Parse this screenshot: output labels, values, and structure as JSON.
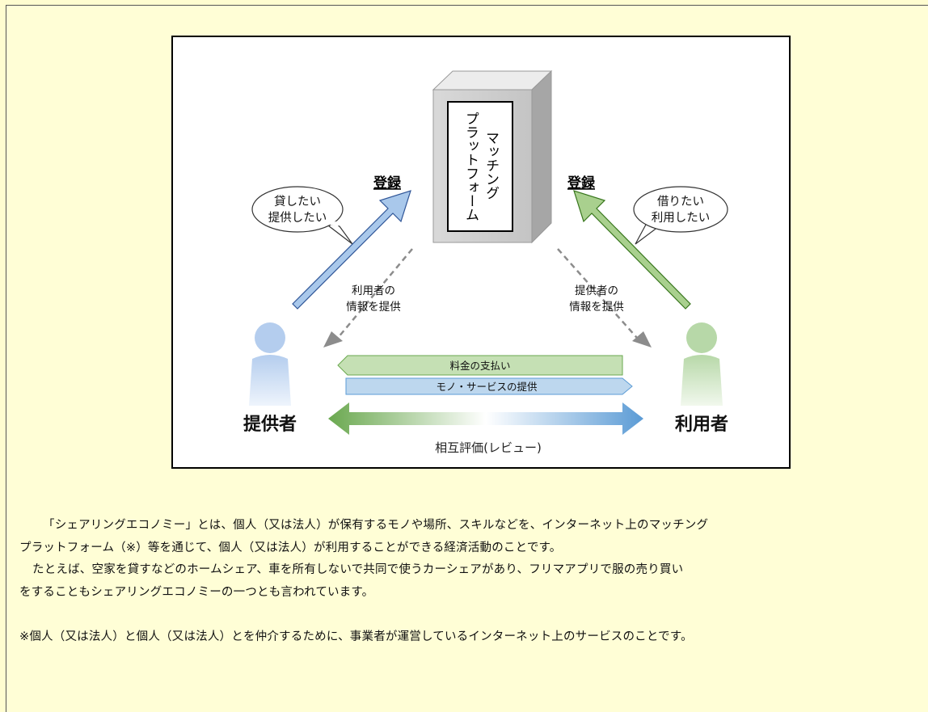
{
  "diagram": {
    "platform_label": [
      "マッチング",
      "プラットフォーム"
    ],
    "register_left": "登録",
    "register_right": "登録",
    "bubble_left": [
      "貸したい",
      "提供したい"
    ],
    "bubble_right": [
      "借りたい",
      "利用したい"
    ],
    "info_left": [
      "利用者の",
      "情報を提供"
    ],
    "info_right": [
      "提供者の",
      "情報を提供"
    ],
    "provider_label": "提供者",
    "user_label": "利用者",
    "payment_label": "料金の支払い",
    "service_label": "モノ・サービスの提供",
    "review_label": "相互評価(レビュー)",
    "colors": {
      "blue_arrow": "#a9c8eb",
      "green_arrow": "#a9d08e",
      "provider_person": "#bcd4f0",
      "user_person": "#bfdcb0"
    }
  },
  "body_text": {
    "paragraph1_line1": "「シェアリングエコノミー」とは、個人（又は法人）が保有するモノや場所、スキルなどを、インターネット上のマッチング",
    "paragraph1_line2": "プラットフォーム（※）等を通じて、個人（又は法人）が利用することができる経済活動のことです。",
    "paragraph2_line1": "たとえば、空家を貸すなどのホームシェア、車を所有しないで共同で使うカーシェアがあり、フリマアプリで服の売り買い",
    "paragraph2_line2": "をすることもシェアリングエコノミーの一つとも言われています。",
    "note": "※個人（又は法人）と個人（又は法人）とを仲介するために、事業者が運営しているインターネット上のサービスのことです。"
  }
}
